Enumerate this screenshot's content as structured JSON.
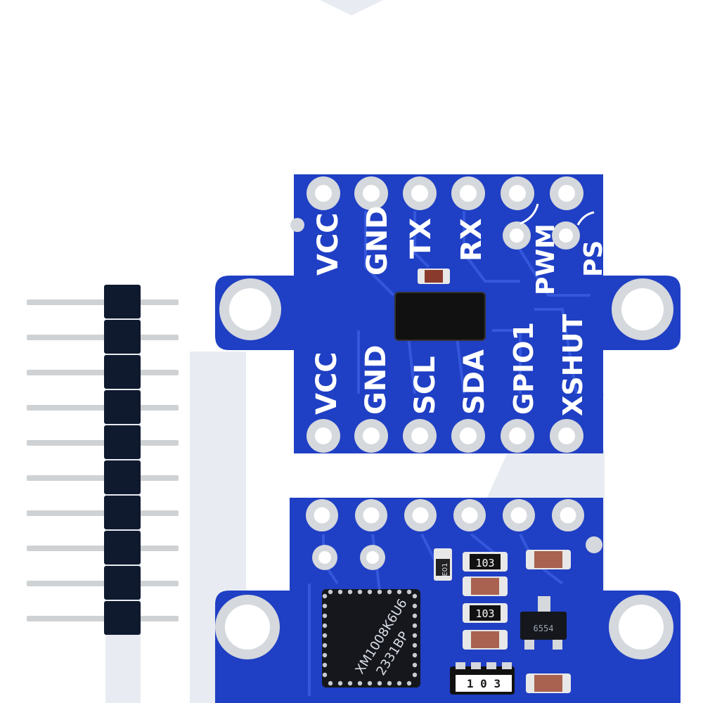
{
  "colors": {
    "pcb": "#1f3fc4",
    "pcb_dark": "#17319e",
    "trace": "#2a4fd6",
    "pad": "#d5d8dc",
    "watermark": "#d6dde8",
    "header_plastic": "#0f1a2e",
    "pin": "#cfd2d4"
  },
  "header": {
    "pin_count": 10
  },
  "top_board": {
    "top_row_labels": [
      "VCC",
      "GND",
      "TX",
      "RX",
      "PWM",
      "PS"
    ],
    "bottom_row_labels": [
      "VCC",
      "GND",
      "SCL",
      "SDA",
      "GPIO1",
      "XSHUT"
    ]
  },
  "bottom_board": {
    "chip_line1": "XM1008K6U6",
    "chip_line2": "2331BP",
    "resistor_codes": [
      "103",
      "103",
      "1 0 3"
    ],
    "small_part_code": "E01",
    "transistor_code": "6554"
  }
}
